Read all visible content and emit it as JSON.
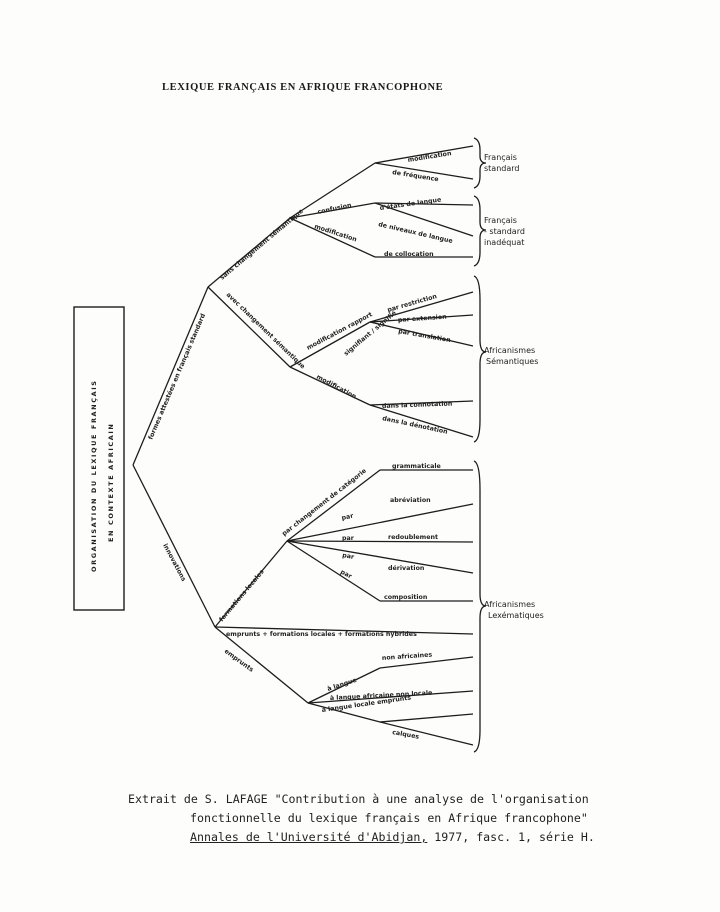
{
  "title": "LEXIQUE FRANÇAIS EN AFRIQUE FRANCOPHONE",
  "root_box": {
    "line1": "ORGANISATION DU LEXIQUE FRANÇAIS",
    "line2": "EN CONTEXTE AFRICAIN"
  },
  "branches": {
    "formes_attestees": "formes attestées en français standard",
    "innovations": "innovations",
    "sens_change": "sans changement sémantique",
    "avec_change": "avec changement sémantique",
    "confusion": "confusion",
    "modification1": "modification",
    "modification_frequence": "modification",
    "de_frequence": "de fréquence",
    "etats_langue": "d'états de langue",
    "niveaux_langue": "de niveaux de langue",
    "collocation": "de collocation",
    "modif_rapport": "modification rapport",
    "signifiant_signifie": "signifiant / signifié",
    "modification2": "modification",
    "par_restriction": "par restriction",
    "par_extension": "par extension",
    "par_translation": "par translation",
    "connotation": "dans la connotation",
    "denotation": "dans la dénotation",
    "formations_locales": "formations locales",
    "changement_categorie": "par changement de catégorie",
    "grammaticale": "grammaticale",
    "par1": "par",
    "abreviation": "abréviation",
    "par2": "par",
    "redoublement": "redoublement",
    "par3": "par",
    "derivation": "dérivation",
    "par4": "par",
    "composition": "composition",
    "emprunts_formations": "emprunts + formations locales + formations hybrides",
    "emprunts": "emprunts",
    "a_langue": "à langue",
    "non_africaines": "non africaines",
    "langue_africaine": "à langue africaine non locale",
    "langue_locale": "à langue locale emprunts",
    "calques": "calques"
  },
  "groups": {
    "francais_standard": [
      "Français",
      "standard"
    ],
    "francais_inadequat": [
      "Français",
      "- standard",
      "inadéquat"
    ],
    "africanismes_semantiques": [
      "Africanismes",
      "Sémantiques"
    ],
    "africanismes_lexematiques": [
      "Africanismes",
      "Lexématiques"
    ]
  },
  "caption": {
    "line1": "Extrait de S. LAFAGE \"Contribution à une analyse de l'organisation",
    "line2": "fonctionnelle du lexique français en Afrique francophone\"",
    "line3_annales": "Annales de l'Université d'Abidjan,",
    "line3_rest": " 1977, fasc. 1, série H."
  }
}
